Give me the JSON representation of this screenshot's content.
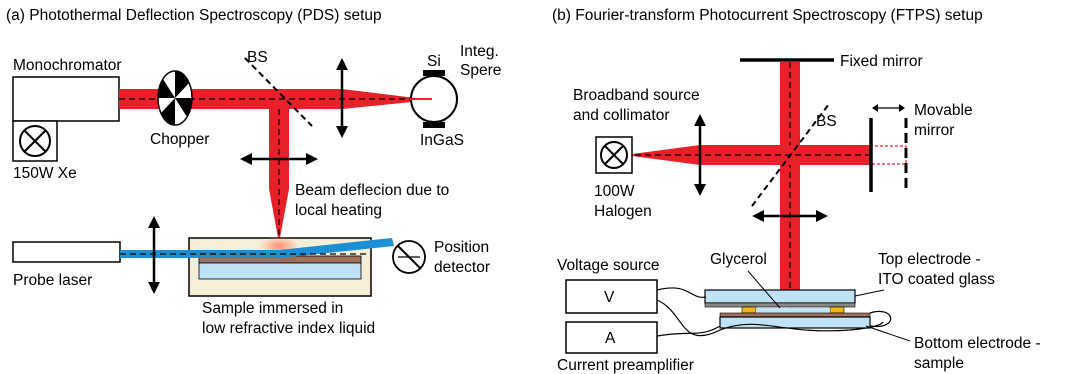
{
  "panel_a": {
    "title": "(a) Photothermal Deflection Spectroscopy (PDS) setup",
    "monochromator": "Monochromator",
    "xe_lamp": "150W Xe",
    "chopper": "Chopper",
    "beamsplitter": "BS",
    "si": "Si",
    "ingas": "InGaS",
    "sphere_line1": "Integ.",
    "sphere_line2": "Spere",
    "deflection_line1": "Beam deflecion due to",
    "deflection_line2": "local heating",
    "probe_laser": "Probe laser",
    "position_line1": "Position",
    "position_line2": "detector",
    "sample_line1": "Sample immersed in",
    "sample_line2": "low refractive index liquid"
  },
  "panel_b": {
    "title": "(b) Fourier-transform Photocurrent Spectroscopy (FTPS) setup",
    "fixed_mirror": "Fixed mirror",
    "source_line1": "Broadband source",
    "source_line2": "and collimator",
    "beamsplitter": "BS",
    "movable_line1": "Movable",
    "movable_line2": "mirror",
    "halogen_line1": "100W",
    "halogen_line2": "Halogen",
    "voltage_source": "Voltage source",
    "v_box": "V",
    "a_box": "A",
    "current_preamp": "Current preamplifier",
    "glycerol": "Glycerol",
    "top_electrode_line1": "Top electrode -",
    "top_electrode_line2": "ITO coated glass",
    "bottom_electrode_line1": "Bottom electrode -",
    "bottom_electrode_line2": "sample"
  },
  "colors": {
    "beam_red": "#e8202a",
    "probe_blue": "#1a8fd6",
    "glass_blue": "#bfe3f5",
    "sample_brown": "#a0705a",
    "liquid_fill": "#f6efd8",
    "gold": "#f2b518"
  }
}
